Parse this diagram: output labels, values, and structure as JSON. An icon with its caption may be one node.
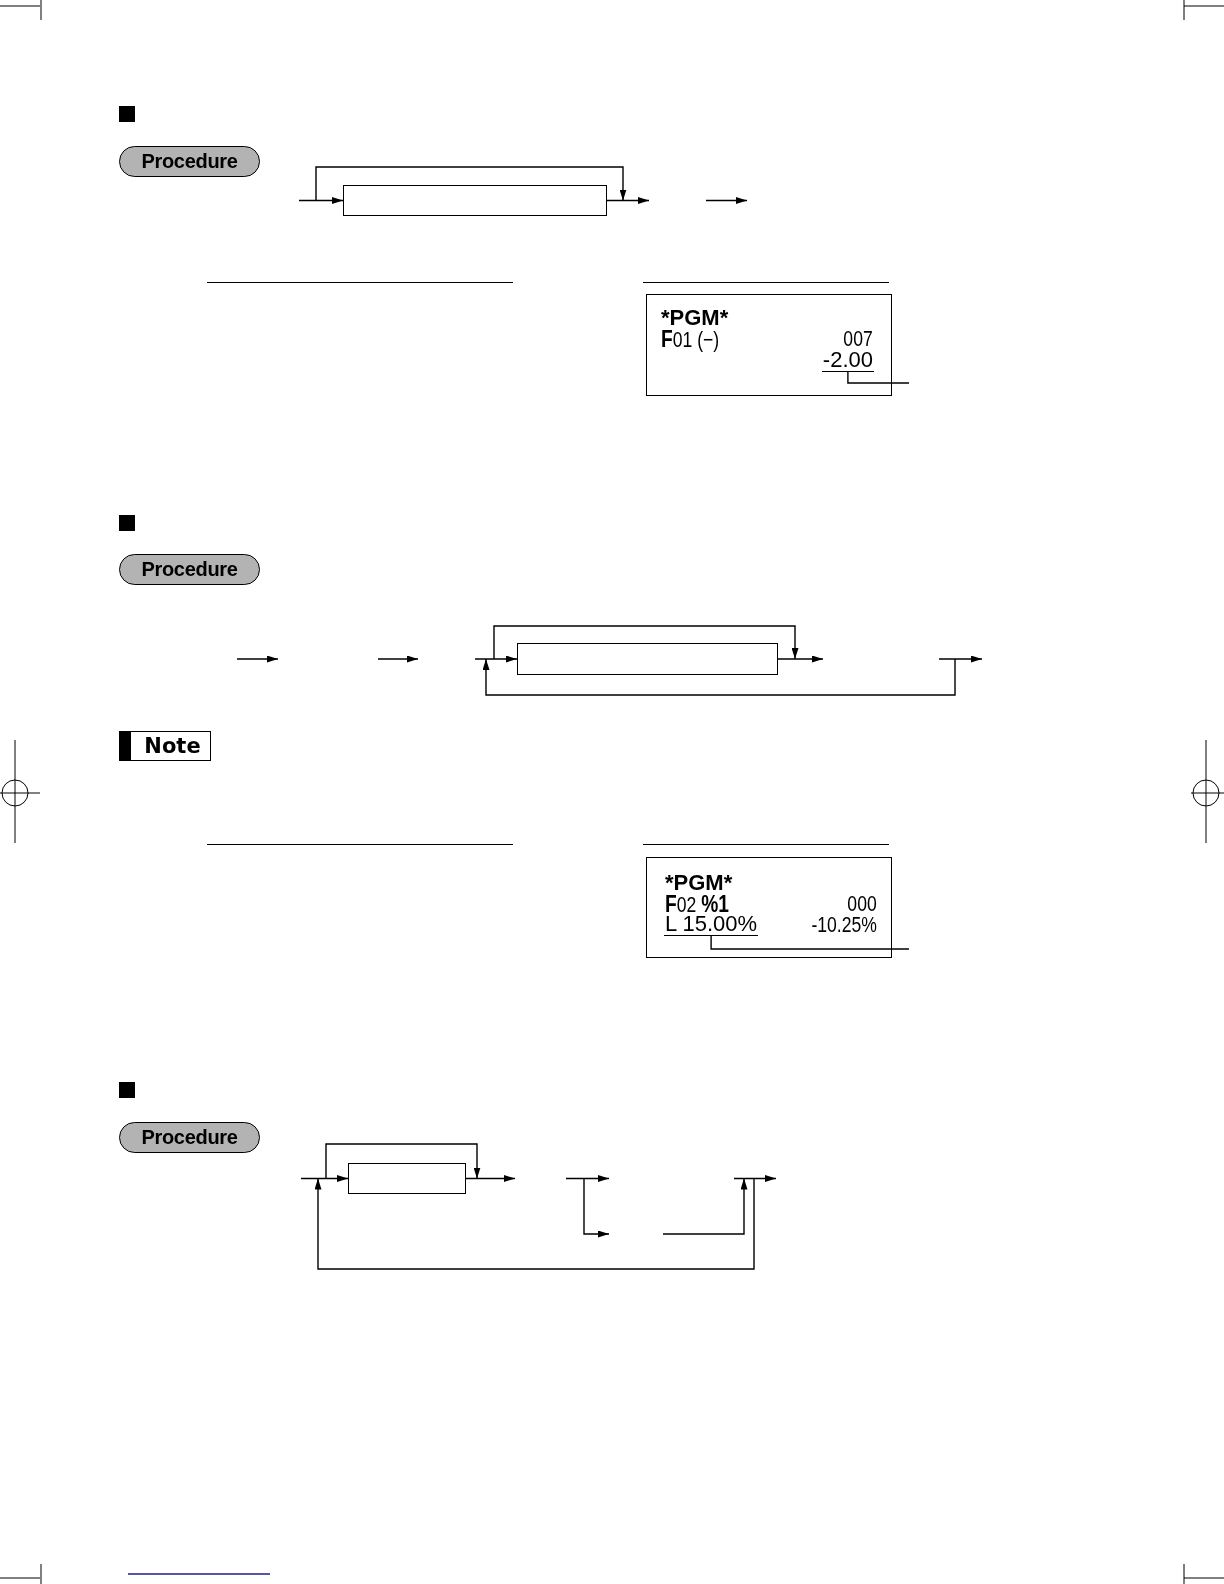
{
  "diagram": {
    "nodes": [
      {
        "text": [
          "Procedure"
        ]
      },
      {
        "text": [],
        "shape": "box"
      },
      {
        "text": [
          "*PGM*",
          "**F**01 (−)",
          "007"
        ]
      },
      {
        "text": [
          "-2.00"
        ],
        "in": 2
      },
      {
        "text": [
          "Procedure"
        ]
      },
      {
        "text": [],
        "shape": "box"
      },
      {
        "text": [
          "Note"
        ]
      },
      {
        "text": [
          "*PGM*",
          "**F**02 **%1**",
          "000",
          "-10.25%"
        ]
      },
      {
        "text": [
          "L 15.00%"
        ],
        "in": 7
      },
      {
        "text": [
          "Procedure"
        ]
      },
      {
        "text": [],
        "shape": "box"
      }
    ],
    "edges": [
      {
        "from": null,
        "to": 1,
        "arrow": "to"
      },
      {
        "from": 1,
        "to": null,
        "arrow": "to"
      },
      {
        "from": null,
        "to": 3,
        "arrow": "none"
      },
      {
        "from": null,
        "to": 5,
        "arrow": "to"
      },
      {
        "from": 5,
        "to": null,
        "arrow": "to"
      },
      {
        "from": null,
        "to": 8,
        "arrow": "none"
      },
      {
        "from": null,
        "to": 10,
        "arrow": "to"
      },
      {
        "from": 10,
        "to": null,
        "arrow": "to"
      }
    ]
  }
}
